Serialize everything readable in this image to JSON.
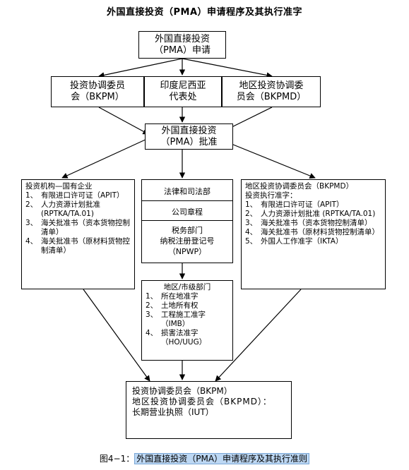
{
  "title": "外国直接投资（PMA）申请程序及其执行准字",
  "apply_box": "外国直接投资\n（PMA）申请",
  "bkpm_box": "投资协调委员\n会（BKPM）",
  "rep_box": "印度尼西亚\n代表处",
  "bkpmd_box": "地区投资协调委\n员会（BKPMD）",
  "approve_box": "外国直接投资\n（PMA）批准",
  "left_panel": {
    "heading": "投资机构—国有企业",
    "items": [
      {
        "num": "1、",
        "text": "有限进口许可证（APIT）"
      },
      {
        "num": "2、",
        "text": "人力资源计划批准 (RPTKA/TA.01)"
      },
      {
        "num": "3、",
        "text": "海关批准书（资本货物控制清单）"
      },
      {
        "num": "4、",
        "text": "海关批准书（原材料货物控制清单）"
      }
    ]
  },
  "middle": {
    "law": "法律和司法部",
    "charter": "公司章程",
    "tax": "税务部门\n纳税注册登记号\n（NPWP）"
  },
  "regional_dept": {
    "heading": "地区/市级部门",
    "items": [
      {
        "num": "1、",
        "text": "所在地准字"
      },
      {
        "num": "2、",
        "text": "土地所有权"
      },
      {
        "num": "3、",
        "text": "工程施工准字（IMB）"
      },
      {
        "num": "4、",
        "text": "损害法准字（HO/UUG）"
      }
    ]
  },
  "right_panel": {
    "heading": "地区投资协调委员会（BKPMD）",
    "subheading": "投资执行准字：",
    "items": [
      {
        "num": "1、",
        "text": "有限进口许可证（APIT）"
      },
      {
        "num": "2、",
        "text": "人力资源计划批准 (RPTKA/TA.01)"
      },
      {
        "num": "3、",
        "text": "海关批准书（资本货物控制清单）"
      },
      {
        "num": "4、",
        "text": "海关批准书（原材料货物控制清单）"
      },
      {
        "num": "5、",
        "text": "外国人工作准字（IKTA）"
      }
    ]
  },
  "final_box": {
    "line1": "投资协调委员会（BKPM）",
    "line2": "地区投资协调委员会（BKPMD）：",
    "line3": "长期营业执照（IUT）"
  },
  "caption": {
    "prefix": "图4−1：",
    "text": "外国直接投资（PMA）申请程序及其执行准则"
  }
}
